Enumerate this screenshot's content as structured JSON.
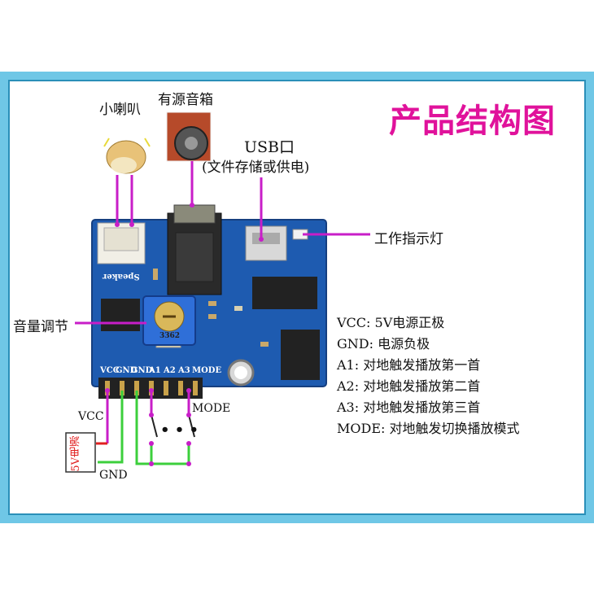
{
  "title": "产品结构图",
  "labels": {
    "small_speaker": "小喇叭",
    "active_speaker": "有源音箱",
    "usb_title": "USB口",
    "usb_sub": "(文件存储或供电)",
    "indicator": "工作指示灯",
    "volume": "音量调节",
    "vcc": "VCC",
    "gnd": "GND",
    "mode": "MODE",
    "power": "5V电源",
    "dots": "• • •"
  },
  "board_silkscreen": {
    "pins": [
      "VCC",
      "GND",
      "GND",
      "A1",
      "A2",
      "A3",
      "MODE"
    ],
    "speaker": "Speaker",
    "pot": "3362"
  },
  "legend": [
    "VCC: 5V电源正极",
    "GND: 电源负极",
    "A1: 对地触发播放第一首",
    "A2: 对地触发播放第二首",
    "A3: 对地触发播放第三首",
    "MODE: 对地触发切换播放模式"
  ],
  "colors": {
    "title": "#e0129b",
    "wire_magenta": "#c81ec8",
    "wire_green": "#3ccf3c",
    "wire_red": "#e02020",
    "board": "#1e5bb0",
    "frame": "#6fc7e6"
  }
}
